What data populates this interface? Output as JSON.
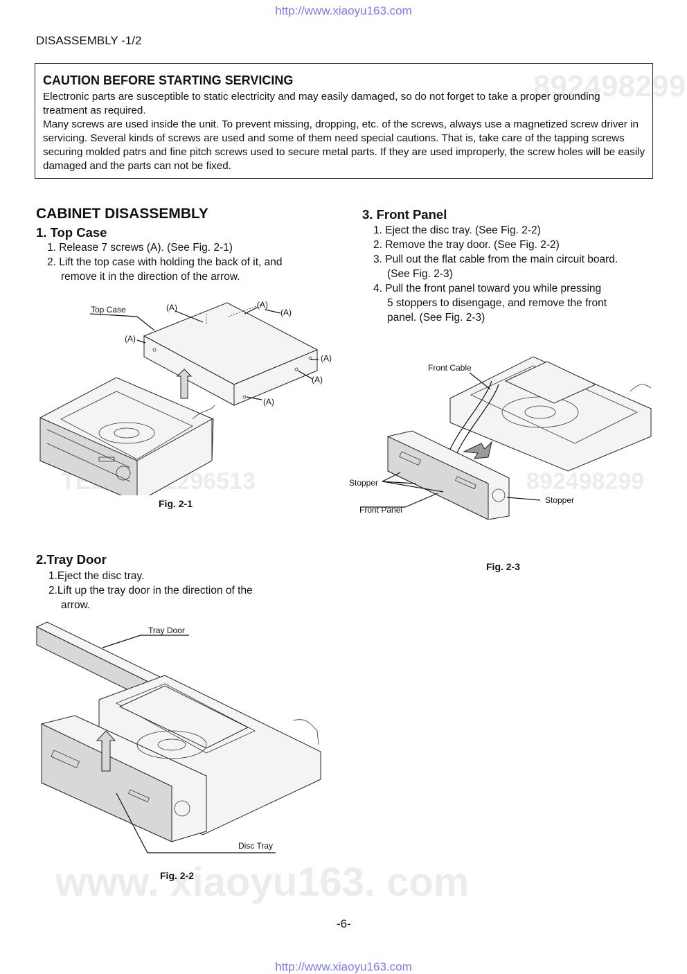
{
  "url_top": "http://www.xiaoyu163.com",
  "url_bottom": "http://www.xiaoyu163.com",
  "header_title": "DISASSEMBLY -1/2",
  "caution": {
    "title": "CAUTION BEFORE STARTING SERVICING",
    "paragraph1": "Electronic parts are susceptible to static electricity and may easily damaged, so do not forget to take a proper grounding treatment as required.",
    "paragraph2": "Many screws are used inside the unit. To prevent missing, dropping, etc. of the screws, always use a magnetized screw driver in servicing. Several kinds of screws are used and some of them need special cautions. That is, take care of the tapping screws securing molded patrs and fine pitch screws used to secure metal parts. If they are used improperly, the screw holes will be easily damaged and the parts can not be fixed."
  },
  "cabinet_title": "CABINET DISASSEMBLY",
  "top_case": {
    "title": "1. Top Case",
    "step1": "1. Release 7 screws (A). (See Fig. 2-1)",
    "step2_a": "2. Lift the top case with holding the back of it, and",
    "step2_b": "remove it in the direction of the arrow."
  },
  "fig1": {
    "label_top_case": "Top Case",
    "label_a": "(A)",
    "caption": "Fig. 2-1"
  },
  "tray_door": {
    "title": "2.Tray Door",
    "step1": "1.Eject the disc tray.",
    "step2_a": "2.Lift up the tray door in the direction of the",
    "step2_b": "arrow."
  },
  "fig2": {
    "label_tray_door": "Tray Door",
    "label_disc_tray": "Disc Tray",
    "caption": "Fig. 2-2"
  },
  "front_panel": {
    "title": "3. Front Panel",
    "step1": "1. Eject the disc tray. (See Fig. 2-2)",
    "step2": "2. Remove the tray door. (See Fig. 2-2)",
    "step3_a": "3. Pull out the flat cable from the main circuit board.",
    "step3_b": "(See Fig. 2-3)",
    "step4_a": "4. Pull the front panel toward you while pressing",
    "step4_b": "5 stoppers to disengage, and remove the front",
    "step4_c": "panel. (See Fig. 2-3)"
  },
  "fig3": {
    "label_front_cable": "Front Cable",
    "label_stopper": "Stopper",
    "label_front_panel": "Front Panel",
    "caption": "Fig. 2-3"
  },
  "page_number": "-6-",
  "watermarks": {
    "big": "www. xiaoyu163. com",
    "tel": "TEL 13942296513",
    "qq": "892498299"
  },
  "colors": {
    "url": "#7a7af0",
    "watermark": "#ececec"
  }
}
